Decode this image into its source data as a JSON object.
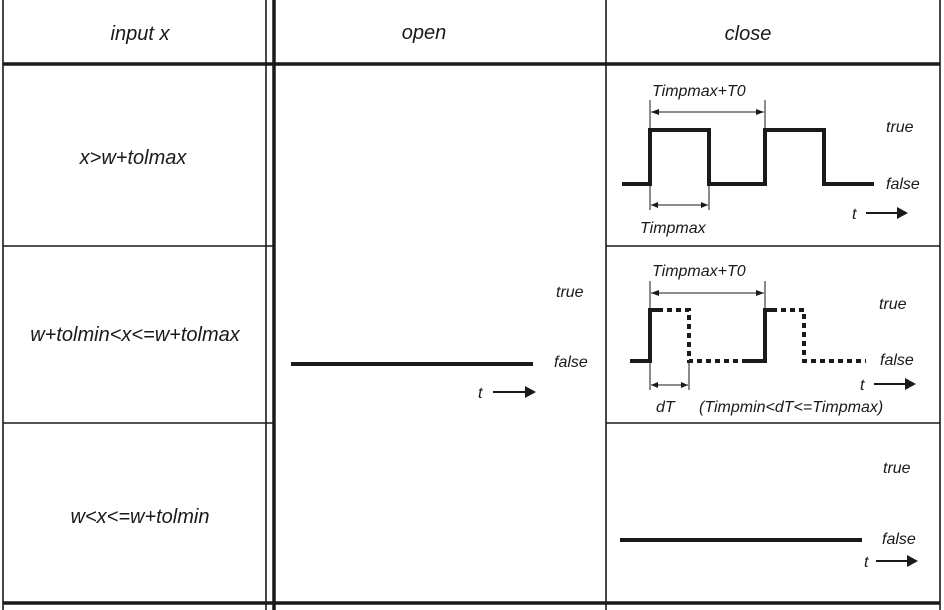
{
  "header": {
    "col_input": "input x",
    "col_open": "open",
    "col_close": "close"
  },
  "rows": [
    {
      "condition": "x>w+tolmax"
    },
    {
      "condition": "w+tolmin<x<=w+tolmax"
    },
    {
      "condition": "w<x<=w+tolmin"
    }
  ],
  "open_signal": {
    "true_label": "true",
    "false_label": "false",
    "time_label": "t"
  },
  "close_signals": {
    "row1": {
      "period_label": "Timpmax+T0",
      "pulse_label": "Timpmax",
      "true_label": "true",
      "false_label": "false",
      "time_label": "t"
    },
    "row2": {
      "period_label": "Timpmax+T0",
      "pulse_label": "dT",
      "constraint_label": "(Timpmin<dT<=Timpmax)",
      "true_label": "true",
      "false_label": "false",
      "time_label": "t"
    },
    "row3": {
      "true_label": "true",
      "false_label": "false",
      "time_label": "t"
    }
  }
}
